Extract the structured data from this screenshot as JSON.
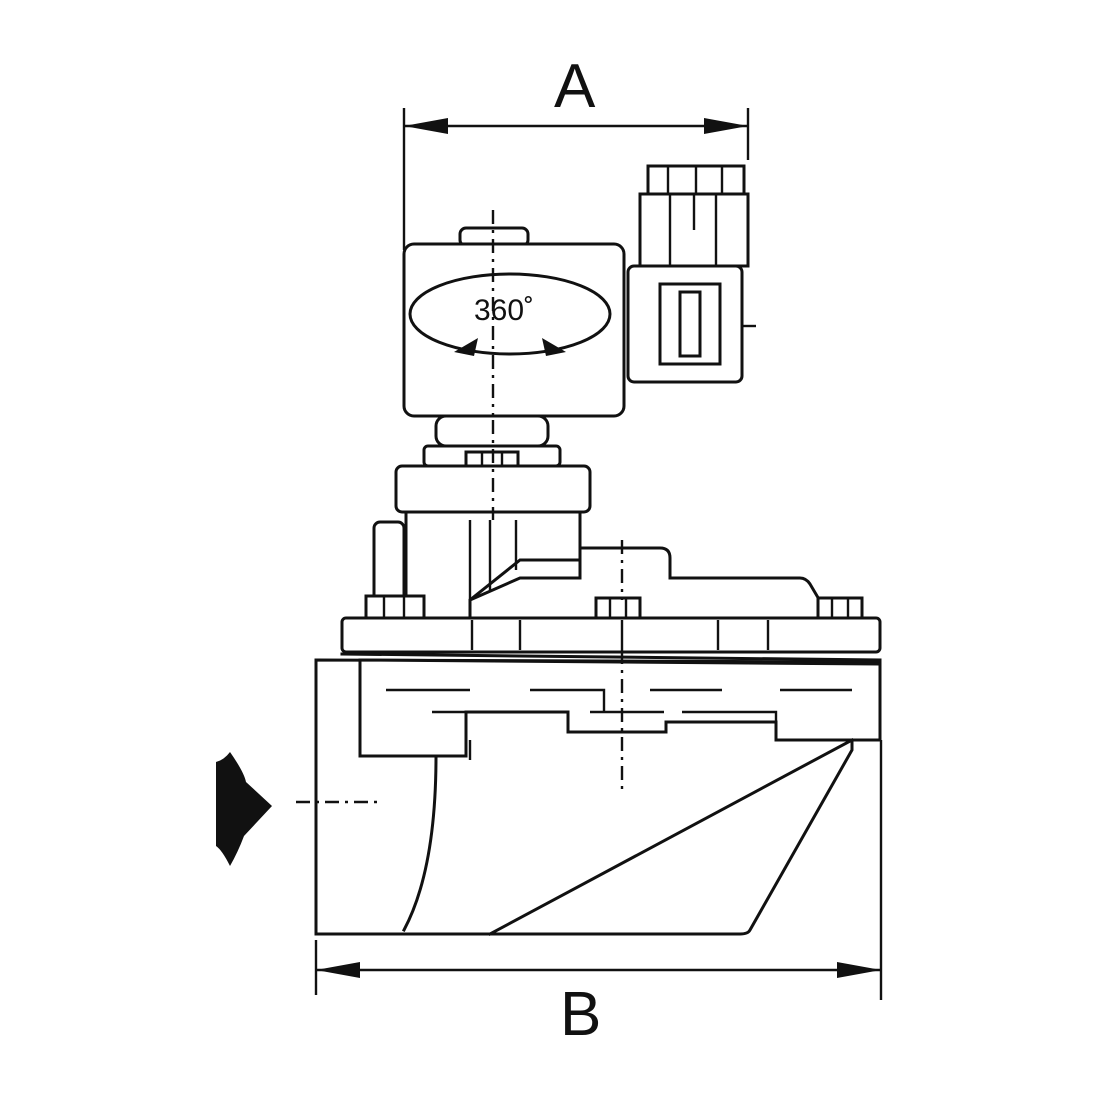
{
  "dimensions": {
    "width_label": "A",
    "base_label": "B"
  },
  "coil": {
    "rotation_label": "360˚"
  }
}
